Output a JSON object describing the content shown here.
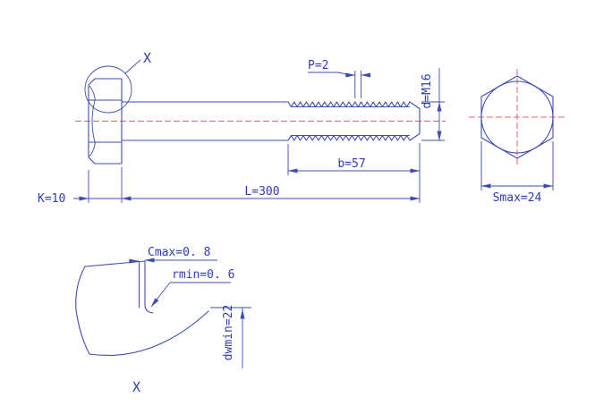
{
  "colors": {
    "line": "#3f4cb0",
    "text": "#2f3cb4",
    "centerline": "#e06666",
    "background": "#ffffff"
  },
  "main_view": {
    "detail_marker_label": "X",
    "dims": {
      "pitch": "P=2",
      "thread_diameter": "d=M16",
      "thread_length": "b=57",
      "total_length": "L=300",
      "head_height": "K=10"
    }
  },
  "end_view": {
    "dims": {
      "width_across_flats": "Smax=24"
    }
  },
  "detail_view": {
    "view_label": "X",
    "dims": {
      "chamfer_max": "Cmax=0. 8",
      "fillet_radius_min": "rmin=0. 6",
      "washer_face_diameter_min": "dwmin=22"
    }
  }
}
